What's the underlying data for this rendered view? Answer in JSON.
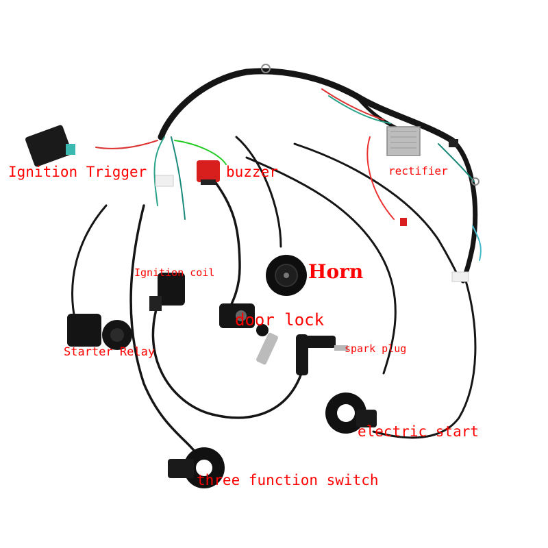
{
  "photo": {
    "subject": "motorcycle wiring harness kit with labeled components",
    "label_color": "#ff0000",
    "wire_color": "#111111"
  },
  "labels": {
    "ignition_trigger": "Ignition Trigger",
    "buzzer": "buzzer",
    "rectifier": "rectifier",
    "horn": "Horn",
    "ignition_coil": "Ignition coil",
    "door_lock": "door lock",
    "spark_plug": "spark plug",
    "starter_relay": "Starter Relay",
    "electric_start": "electric start",
    "three_function_switch": "three function switch"
  }
}
